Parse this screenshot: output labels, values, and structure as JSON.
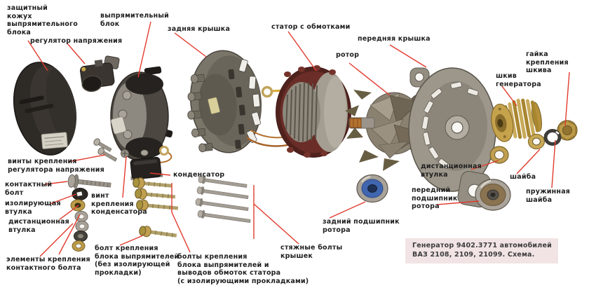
{
  "diagram": {
    "caption": "Генератор 9402.3771 автомобилей\nВАЗ 2108, 2109, 21099. Схема.",
    "colors": {
      "leader_line": "#e23b2e",
      "label_text": "#1f1f1f",
      "caption_bg": "#f2e4e4",
      "caption_text": "#3c3c3c"
    },
    "labels": {
      "protective_cover": "защитный\nкожух\nвыпрямительного\nблока",
      "rectifier_block": "выпрямительный\nблок",
      "voltage_regulator": "регулятор напряжения",
      "rear_cover": "задняя крышка",
      "stator": "статор с обмотками",
      "rotor": "ротор",
      "front_cover": "передняя крышка",
      "pulley_nut": "гайка крепления\nшкива",
      "pulley": "шкив\nгенератора",
      "regulator_screws": "винты крепления\nрегулятора напряжения",
      "contact_bolt": "контактный\nболт",
      "insulating_sleeve": "изолирующая\nвтулка",
      "spacer_sleeve_left": "дистанционная\nвтулка",
      "capacitor_screw": "винт\nкрепления\nконденсатора",
      "capacitor": "конденсатор",
      "contact_bolt_elements": "элементы крепления\nконтактного болта",
      "rectifier_bolt_single": "болт крепления\nблока выпрямителей\n(без изолирующей\nпрокладки)",
      "rectifier_bolts": "болты крепления\nблока выпрямителей и\nвыводов обмоток статора\n(с изолирующими прокладками)",
      "tie_bolts": "стяжные болты\nкрышек",
      "rear_bearing": "задний подшипник\nротора",
      "spacer_sleeve_right": "дистанционная\nвтулка",
      "washer": "шайба",
      "front_bearing": "передний\nподшипник\nротора",
      "spring_washer": "пружинная\nшайба"
    }
  }
}
